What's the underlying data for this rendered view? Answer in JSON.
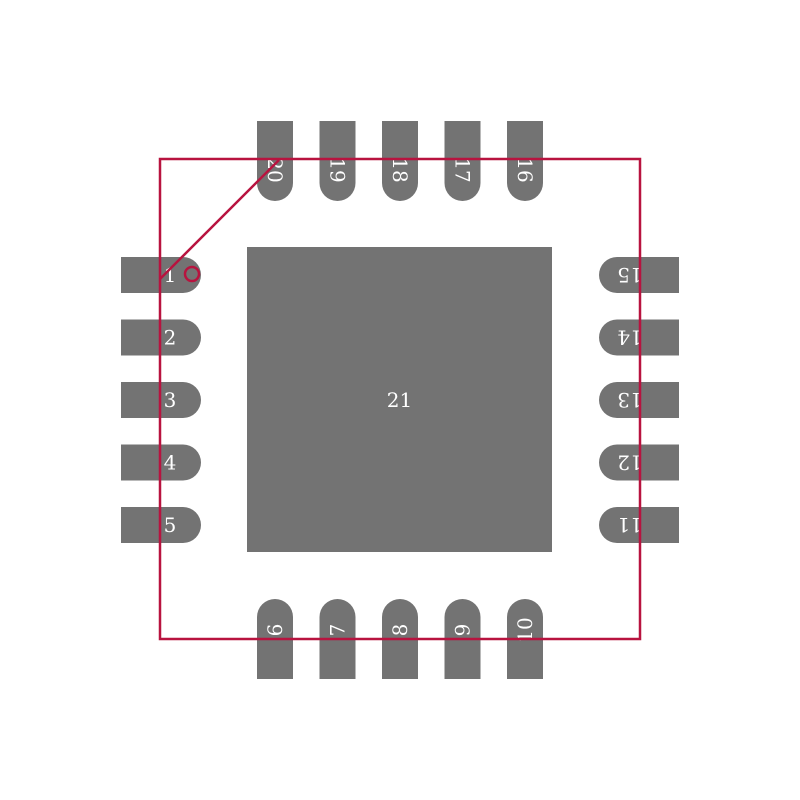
{
  "colors": {
    "pad": "#737373",
    "outline": "#b8133f",
    "label": "#ffffff",
    "background": "#ffffff"
  },
  "pins": {
    "left": [
      "1",
      "2",
      "3",
      "4",
      "5"
    ],
    "bottom": [
      "6",
      "7",
      "8",
      "9",
      "10"
    ],
    "right": [
      "11",
      "12",
      "13",
      "14",
      "15"
    ],
    "top": [
      "16",
      "17",
      "18",
      "19",
      "20"
    ]
  },
  "thermal_pad": {
    "label": "21"
  }
}
